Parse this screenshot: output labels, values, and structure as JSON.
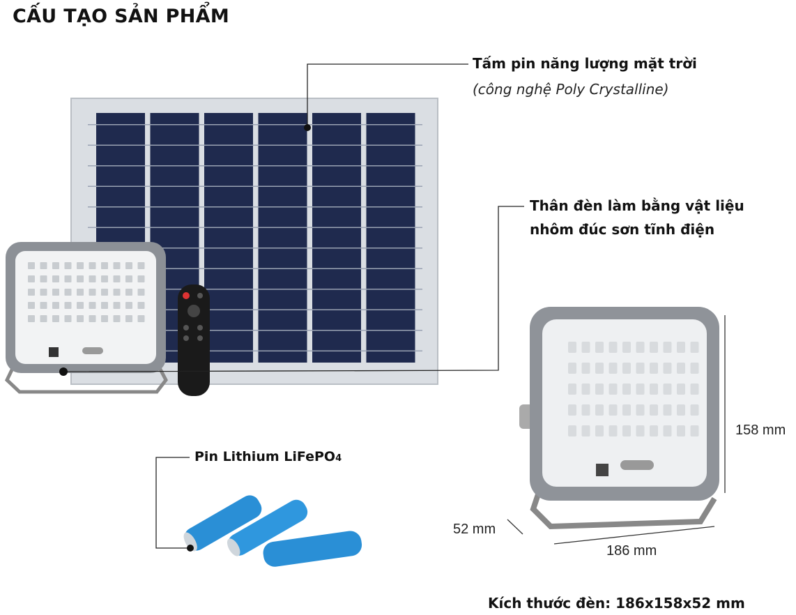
{
  "title": "CẤU TẠO SẢN PHẨM",
  "callouts": {
    "solar_panel": {
      "label": "Tấm pin năng lượng mặt trời",
      "sublabel": "(công nghệ Poly Crystalline)"
    },
    "body": {
      "line1": "Thân đèn làm bằng vật liệu",
      "line2": "nhôm đúc sơn tĩnh điện"
    },
    "battery": {
      "label": "Pin Lithium LiFePO",
      "subscript": "4"
    }
  },
  "dimensions": {
    "height": "158 mm",
    "depth": "52 mm",
    "width": "186 mm",
    "summary": "Kích thước đèn: 186x158x52 mm"
  },
  "colors": {
    "panel_cell": "#1f2a4e",
    "panel_frame": "#d9dde2",
    "lamp_body": "#8a8e93",
    "battery": "#2a8fd6"
  }
}
